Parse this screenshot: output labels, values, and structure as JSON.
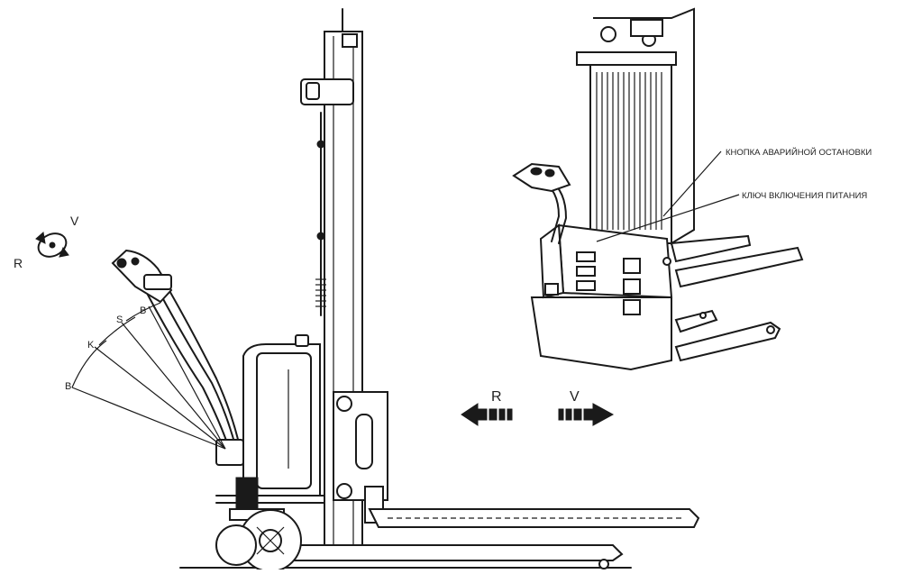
{
  "labels": {
    "emergency_stop": "КНОПКА АВАРИЙНОЙ ОСТАНОВКИ",
    "power_key": "КЛЮЧ ВКЛЮЧЕНИЯ ПИТАНИЯ",
    "direction_reverse": "R",
    "direction_forward": "V",
    "rotate_reverse": "R",
    "rotate_forward": "V",
    "zone_b_top": "B",
    "zone_s": "S",
    "zone_k": "K",
    "zone_b_bottom": "B"
  },
  "colors": {
    "line": "#1a1a1a",
    "background": "#ffffff"
  },
  "icons": [
    "rotation-arrow-icon",
    "arrow-left-icon",
    "arrow-right-icon"
  ]
}
